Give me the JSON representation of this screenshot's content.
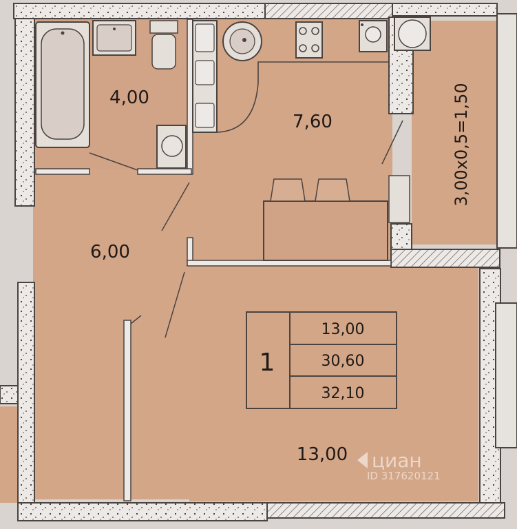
{
  "rooms": {
    "bathroom_area": "4,00",
    "kitchen_area": "7,60",
    "hallway_area": "6,00",
    "living_room_area": "13,00",
    "balcony_formula": "3,00x0,5=1,50"
  },
  "apartment_info": {
    "rooms_count": "1",
    "living_area": "13,00",
    "total_area": "30,60",
    "total_with_balcony": "32,10"
  },
  "watermark": {
    "brand": "циан",
    "listing_id": "ID 317620121"
  },
  "colors": {
    "floor": "#d4a688",
    "wall_fill": "#e9e6e3",
    "wall_line": "#4a4340",
    "text": "#1f1a17"
  }
}
